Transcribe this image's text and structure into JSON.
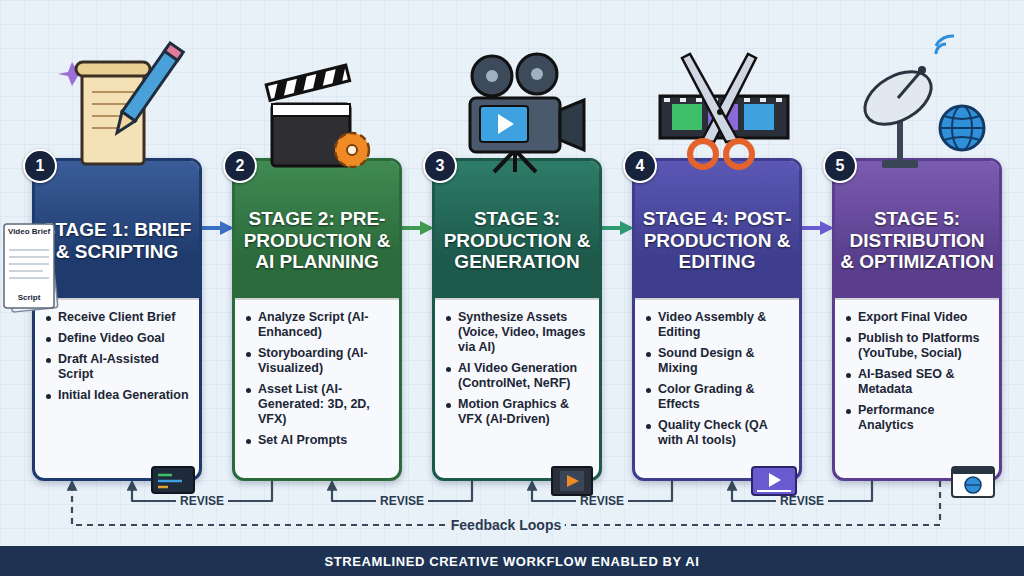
{
  "diagram": {
    "caption": "STREAMLINED CREATIVE WORKFLOW ENABLED BY AI",
    "nodes": [
      {
        "text": [
          "1",
          "STAGE 1: BRIEF & SCRIPTING",
          "Receive Client Brief",
          "Define Video Goal",
          "Draft AI-Assisted Script",
          "Initial Idea Generation"
        ]
      },
      {
        "text": [
          "2",
          "STAGE 2: PRE-PRODUCTION & AI PLANNING",
          "Analyze Script (AI-Enhanced)",
          "Storyboarding (AI-Visualized)",
          "Asset List (AI-Generated: 3D, 2D, VFX)",
          "Set AI Prompts"
        ]
      },
      {
        "text": [
          "3",
          "STAGE 3: PRODUCTION & GENERATION",
          "Synthesize Assets (Voice, Video, Images via AI)",
          "AI Video Generation (ControlNet, NeRF)",
          "Motion Graphics & VFX (AI-Driven)"
        ]
      },
      {
        "text": [
          "4",
          "STAGE 4: POST-PRODUCTION & EDITING",
          "Video Assembly & Editing",
          "Sound Design & Mixing",
          "Color Grading & Effects",
          "Quality Check (QA with AI tools)"
        ]
      },
      {
        "text": [
          "5",
          "STAGE 5: DISTRIBUTION & OPTIMIZATION",
          "Export Final Video",
          "Publish to Platforms (YouTube, Social)",
          "AI-Based SEO & Metadata",
          "Performance Analytics"
        ]
      }
    ],
    "edges": [
      {
        "from": 0,
        "to": 1,
        "arrow": "to"
      },
      {
        "from": 1,
        "to": 2,
        "arrow": "to"
      },
      {
        "from": 2,
        "to": 3,
        "arrow": "to"
      },
      {
        "from": 3,
        "to": 4,
        "arrow": "to"
      },
      {
        "from": 1,
        "to": 0,
        "label": "REVISE",
        "arrow": "to"
      },
      {
        "from": 2,
        "to": 1,
        "label": "REVISE",
        "arrow": "to"
      },
      {
        "from": 3,
        "to": 2,
        "label": "REVISE",
        "arrow": "to"
      },
      {
        "from": 4,
        "to": 3,
        "label": "REVISE",
        "arrow": "to"
      },
      {
        "from": 4,
        "to": 0,
        "label": "Feedback Loops",
        "arrow": "to"
      }
    ],
    "labels": [
      "Video Brief",
      "Script"
    ]
  }
}
